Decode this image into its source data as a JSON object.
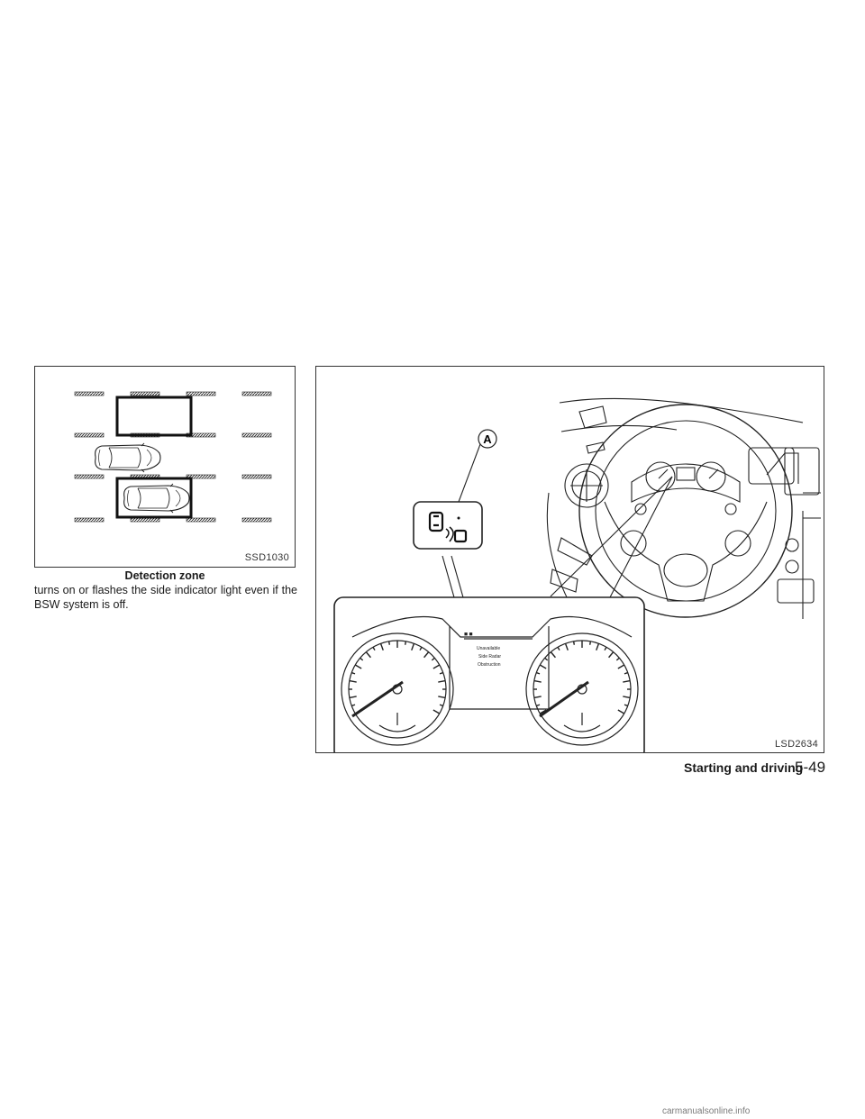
{
  "figures": {
    "detection_zone": {
      "code": "SSD1030",
      "caption": "Detection zone"
    },
    "indicator": {
      "code": "LSD2634",
      "callout_label": "A",
      "display_lines": [
        "Unavailable",
        "Side Radar",
        "Obstruction"
      ]
    }
  },
  "body_text": "turns on or flashes the side indicator light even if the BSW system is off.",
  "footer": {
    "section": "Starting and driving",
    "page": "5-49"
  },
  "watermark": "carmanualsonline.info"
}
